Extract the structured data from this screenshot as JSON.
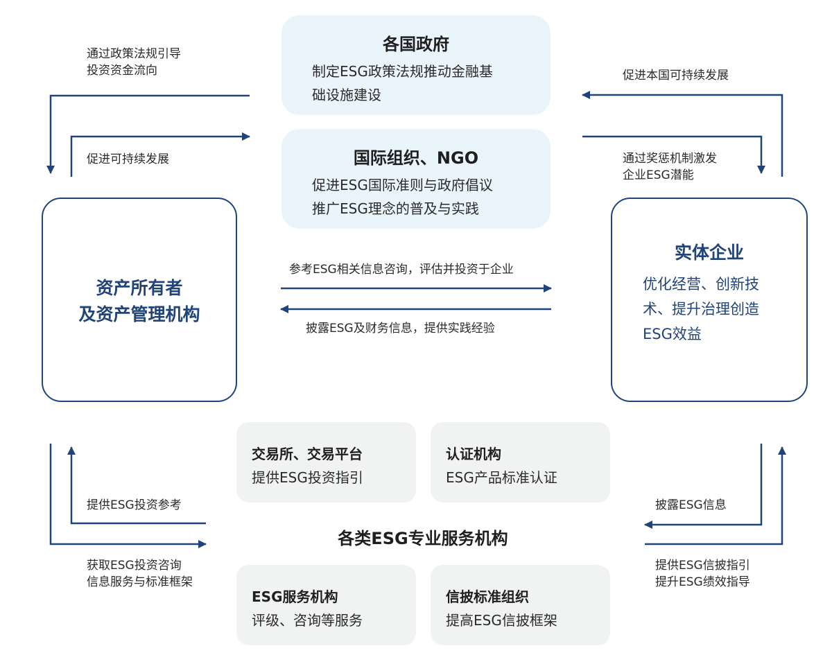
{
  "government": {
    "title": "各国政府",
    "lines": [
      "制定ESG政策法规推动金融基",
      "础设施建设"
    ]
  },
  "ngo": {
    "title": "国际组织、NGO",
    "lines": [
      "促进ESG国际准则与政府倡议",
      "推广ESG理念的普及与实践"
    ]
  },
  "asset_owners": {
    "lines": [
      "资产所有者",
      "及资产管理机构"
    ]
  },
  "enterprise": {
    "title": "实体企业",
    "lines": [
      "优化经营、创新技",
      "术、提升治理创造",
      "ESG效益"
    ]
  },
  "service_center": {
    "title": "各类ESG专业服务机构"
  },
  "services": [
    {
      "title": "交易所、交易平台",
      "desc": "提供ESG投资指引"
    },
    {
      "title": "认证机构",
      "desc": "ESG产品标准认证"
    },
    {
      "title": "ESG服务机构",
      "desc": "评级、咨询等服务"
    },
    {
      "title": "信披标准组织",
      "desc": "提高ESG信披框架"
    }
  ],
  "labels": {
    "gov_to_investors": [
      "通过政策法规引导",
      "投资资金流向"
    ],
    "investors_to_ngo": "促进可持续发展",
    "enterprise_to_gov": "促进本国可持续发展",
    "gov_to_enterprise": [
      "通过奖惩机制激发",
      "企业ESG潜能"
    ],
    "investors_to_enterprise": "参考ESG相关信息咨询，评估并投资于企业",
    "enterprise_to_investors": "披露ESG及财务信息，提供实践经验",
    "services_to_investors": "提供ESG投资参考",
    "investors_to_services": [
      "获取ESG投资咨询",
      "信息服务与标准框架"
    ],
    "enterprise_to_services": "披露ESG信息",
    "services_to_enterprise": [
      "提供ESG信披指引",
      "提升ESG绩效指导"
    ]
  },
  "colors": {
    "accent": "#20437a",
    "light_box": "#eaf4fb",
    "service_box": "#f0f3f1"
  }
}
